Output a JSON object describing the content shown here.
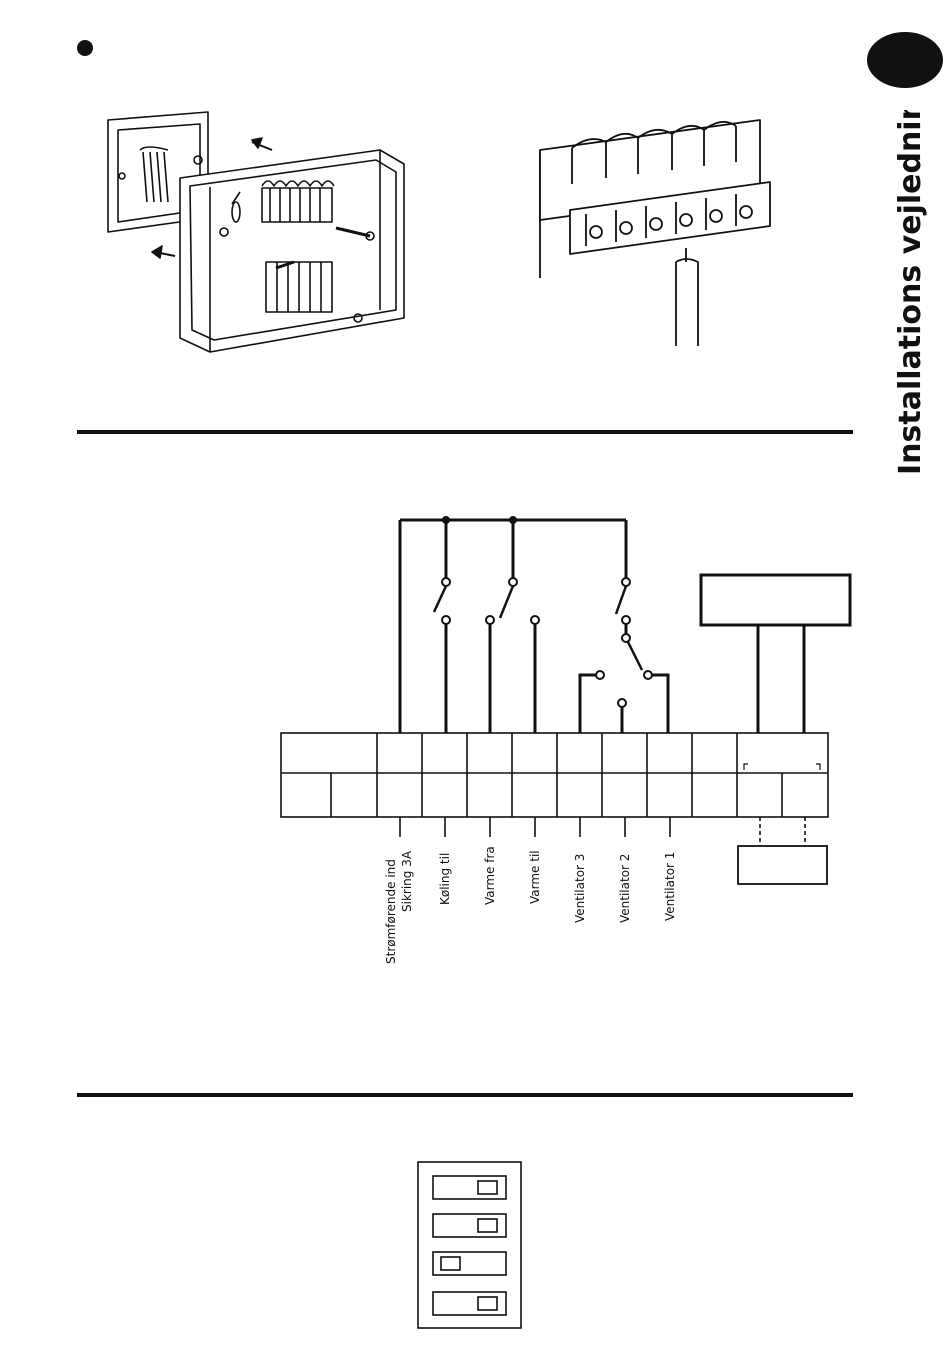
{
  "sidebar": {
    "title": "Installations vejledning"
  },
  "wiring": {
    "terminal_labels": [
      {
        "id": "t-power",
        "lines": [
          "Strømførende ind",
          "Sikring 3A"
        ]
      },
      {
        "id": "t-cool-on",
        "lines": [
          "Køling til"
        ]
      },
      {
        "id": "t-heat-off",
        "lines": [
          "Varme fra"
        ]
      },
      {
        "id": "t-heat-on",
        "lines": [
          "Varme til"
        ]
      },
      {
        "id": "t-fan3",
        "lines": [
          "Ventilator 3"
        ]
      },
      {
        "id": "t-fan2",
        "lines": [
          "Ventilator 2"
        ]
      },
      {
        "id": "t-fan1",
        "lines": [
          "Ventilator 1"
        ]
      }
    ]
  },
  "dip_switches": {
    "positions": [
      "right",
      "right",
      "left",
      "right"
    ]
  },
  "colors": {
    "ink": "#111111",
    "paper": "#ffffff"
  }
}
